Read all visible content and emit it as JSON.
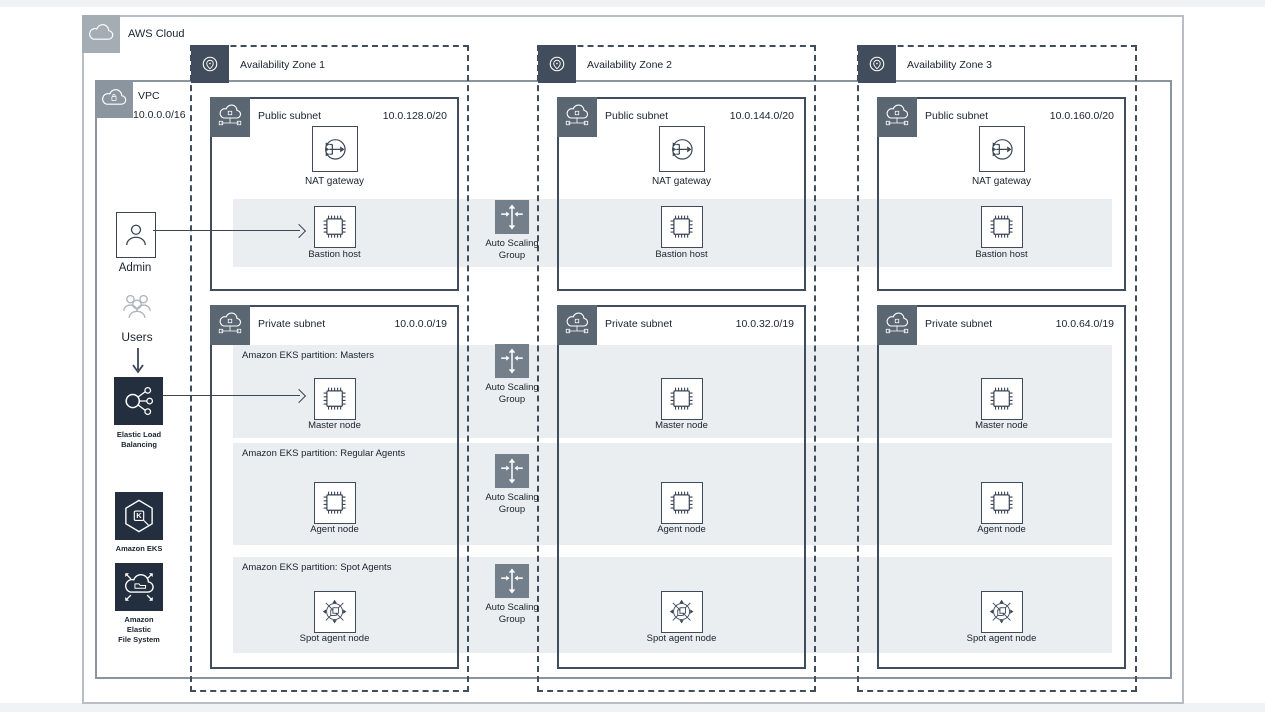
{
  "aws_cloud": {
    "label": "AWS Cloud"
  },
  "vpc": {
    "label": "VPC",
    "cidr": "10.0.0.0/16"
  },
  "left_panel": {
    "admin_label": "Admin",
    "users_label": "Users",
    "elb_label": "Elastic Load\nBalancing",
    "eks_label": "Amazon EKS",
    "efs_label": "Amazon\nElastic\nFile System"
  },
  "auto_scaling": {
    "label": "Auto Scaling\nGroup"
  },
  "zones": [
    {
      "label": "Availability Zone 1",
      "public_subnet": {
        "label": "Public subnet",
        "cidr": "10.0.128.0/20",
        "nat_label": "NAT gateway",
        "bastion_label": "Bastion host"
      },
      "private_subnet": {
        "label": "Private subnet",
        "cidr": "10.0.0.0/19",
        "partition_masters": "Amazon EKS partition: Masters",
        "partition_agents": "Amazon EKS partition: Regular Agents",
        "partition_spot": "Amazon EKS partition: Spot Agents",
        "master_label": "Master node",
        "agent_label": "Agent node",
        "spot_label": "Spot agent node"
      }
    },
    {
      "label": "Availability Zone 2",
      "public_subnet": {
        "label": "Public subnet",
        "cidr": "10.0.144.0/20",
        "nat_label": "NAT gateway",
        "bastion_label": "Bastion host"
      },
      "private_subnet": {
        "label": "Private subnet",
        "cidr": "10.0.32.0/19",
        "master_label": "Master node",
        "agent_label": "Agent node",
        "spot_label": "Spot agent node"
      }
    },
    {
      "label": "Availability Zone 3",
      "public_subnet": {
        "label": "Public subnet",
        "cidr": "10.0.160.0/20",
        "nat_label": "NAT gateway",
        "bastion_label": "Bastion host"
      },
      "private_subnet": {
        "label": "Private subnet",
        "cidr": "10.0.64.0/19",
        "master_label": "Master node",
        "agent_label": "Agent node",
        "spot_label": "Spot agent node"
      }
    }
  ],
  "colors": {
    "dark_navy": "#232f3e",
    "zone_slate": "#414d5c",
    "subnet_icon_bg": "#5b6673",
    "asg_gray": "#747f8c",
    "vpc_gray": "#8b95a0",
    "cloud_gray": "#a4acb4",
    "band_gray": "#eaeef0",
    "line_dark": "#3b4656",
    "users_gray": "#aeb5bc"
  }
}
